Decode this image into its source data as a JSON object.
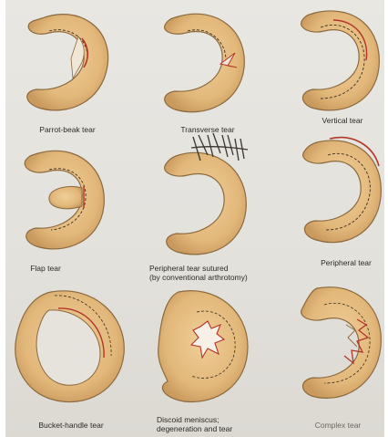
{
  "colors": {
    "meniscus_fill": "#e2b77a",
    "meniscus_edge": "#8c6a3e",
    "tear_red": "#b4352a",
    "dash": "#3b2f24",
    "suture": "#3a3530"
  },
  "captions": {
    "parrot_beak": "Parrot-beak tear",
    "transverse": "Transverse tear",
    "vertical": "Vertical tear",
    "flap": "Flap tear",
    "sutured_1": "Peripheral tear sutured",
    "sutured_2": "(by conventional arthrotomy)",
    "peripheral": "Peripheral tear",
    "bucket_handle": "Bucket-handle tear",
    "discoid_1": "Discoid meniscus;",
    "discoid_2": "degeneration and tear",
    "complex": "Complex tear"
  }
}
